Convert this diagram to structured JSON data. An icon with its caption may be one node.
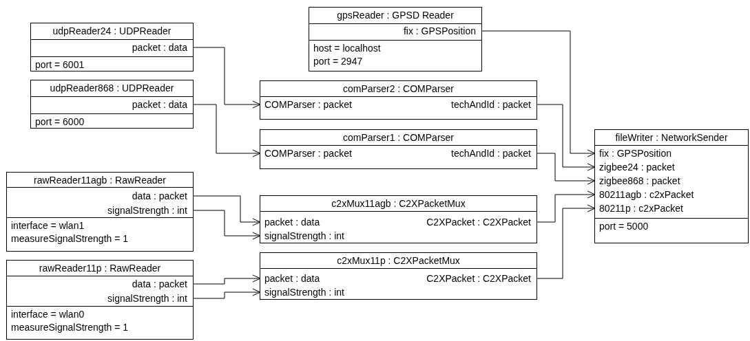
{
  "diagram": {
    "nodes": [
      {
        "text": [
          "udpReader24 : UDPReader",
          "port = 6001"
        ]
      },
      {
        "text": [
          "packet : data"
        ],
        "in": 0
      },
      {
        "text": [
          "gpsReader : GPSD Reader",
          "host = localhost",
          "port = 2947"
        ]
      },
      {
        "text": [
          "fix : GPSPosition"
        ],
        "in": 2
      },
      {
        "text": [
          "udpReader868 : UDPReader",
          "port = 6000"
        ]
      },
      {
        "text": [
          "packet : data"
        ],
        "in": 4
      },
      {
        "text": [
          "comParser2 : COMParser"
        ]
      },
      {
        "text": [
          "COMParser : packet"
        ],
        "in": 6
      },
      {
        "text": [
          "techAndId : packet"
        ],
        "in": 6
      },
      {
        "text": [
          "comParser1 : COMParser"
        ]
      },
      {
        "text": [
          "COMParser : packet"
        ],
        "in": 9
      },
      {
        "text": [
          "techAndId : packet"
        ],
        "in": 9
      },
      {
        "text": [
          "fileWriter : NetworkSender",
          "port = 5000"
        ]
      },
      {
        "text": [
          "fix : GPSPosition"
        ],
        "in": 12
      },
      {
        "text": [
          "zigbee24 : packet"
        ],
        "in": 12
      },
      {
        "text": [
          "zigbee868 : packet"
        ],
        "in": 12
      },
      {
        "text": [
          "80211agb : c2xPacket"
        ],
        "in": 12
      },
      {
        "text": [
          "80211p : c2xPacket"
        ],
        "in": 12
      },
      {
        "text": [
          "rawReader11agb : RawReader",
          "interface = wlan1",
          "measureSignalStrength = 1"
        ]
      },
      {
        "text": [
          "data : packet"
        ],
        "in": 18
      },
      {
        "text": [
          "signalStrength : int"
        ],
        "in": 18
      },
      {
        "text": [
          "c2xMux11agb : C2XPacketMux"
        ]
      },
      {
        "text": [
          "packet : data"
        ],
        "in": 21
      },
      {
        "text": [
          "C2XPacket : C2XPacket"
        ],
        "in": 21
      },
      {
        "text": [
          "signalStrength : int"
        ],
        "in": 21
      },
      {
        "text": [
          "rawReader11p : RawReader",
          "interface = wlan0",
          "measureSignalStrength = 1"
        ]
      },
      {
        "text": [
          "data : packet"
        ],
        "in": 25
      },
      {
        "text": [
          "signalStrength : int"
        ],
        "in": 25
      },
      {
        "text": [
          "c2xMux11p : C2XPacketMux"
        ]
      },
      {
        "text": [
          "packet : data"
        ],
        "in": 28
      },
      {
        "text": [
          "C2XPacket : C2XPacket"
        ],
        "in": 28
      },
      {
        "text": [
          "signalStrength : int"
        ],
        "in": 28
      }
    ],
    "edges": [
      {
        "from": 1,
        "to": 7,
        "arrow": "to"
      },
      {
        "from": 5,
        "to": 10,
        "arrow": "to"
      },
      {
        "from": 3,
        "to": 13,
        "arrow": "to"
      },
      {
        "from": 8,
        "to": 14,
        "arrow": "to"
      },
      {
        "from": 11,
        "to": 15,
        "arrow": "to"
      },
      {
        "from": 23,
        "to": 16,
        "arrow": "to"
      },
      {
        "from": 30,
        "to": 17,
        "arrow": "to"
      },
      {
        "from": 19,
        "to": 22,
        "arrow": "to"
      },
      {
        "from": 20,
        "to": 24,
        "arrow": "to"
      },
      {
        "from": 26,
        "to": 29,
        "arrow": "to"
      },
      {
        "from": 27,
        "to": 31,
        "arrow": "to"
      }
    ]
  }
}
